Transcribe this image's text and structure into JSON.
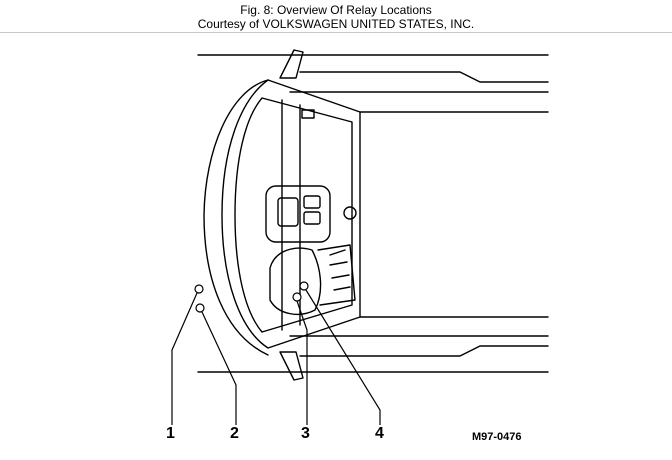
{
  "header": {
    "title": "Fig. 8: Overview Of Relay Locations",
    "courtesy": "Courtesy of VOLKSWAGEN UNITED STATES, INC."
  },
  "callouts": [
    {
      "label": "1"
    },
    {
      "label": "2"
    },
    {
      "label": "3"
    },
    {
      "label": "4"
    }
  ],
  "figure_code": "M97-0476"
}
